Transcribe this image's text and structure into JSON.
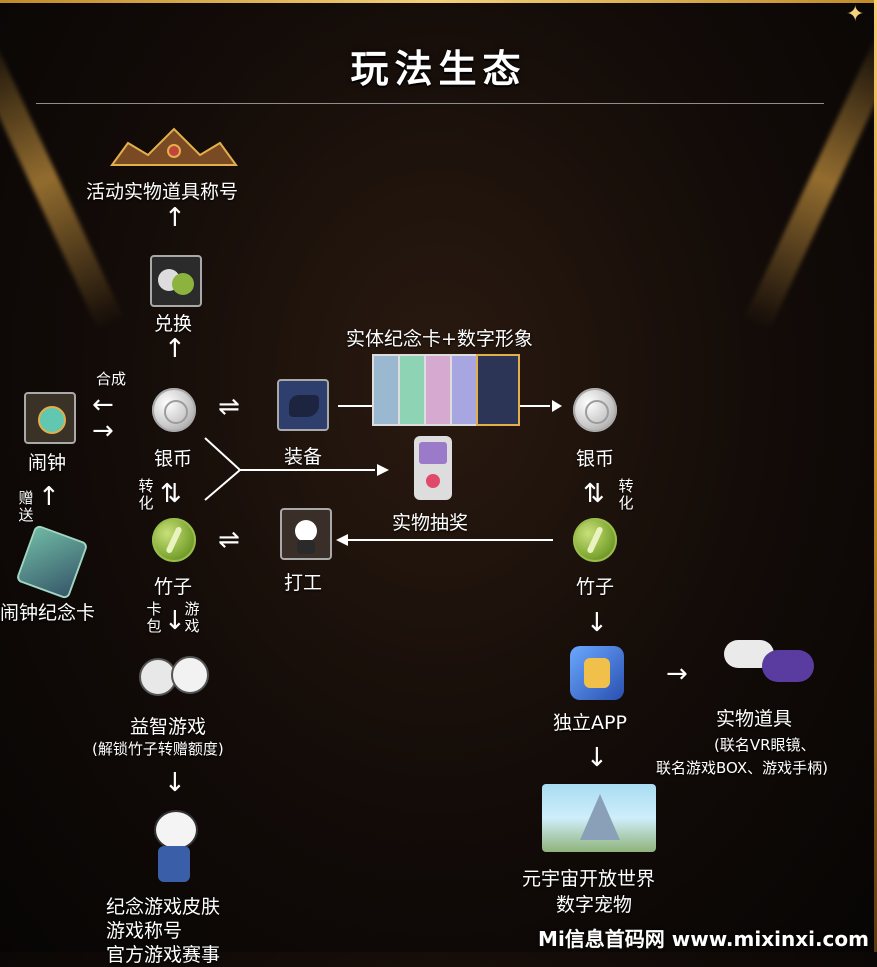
{
  "title": "玩法生态",
  "nodes": {
    "title_reward": "活动实物道具称号",
    "exchange": "兑换",
    "physical_card_digital": "实体纪念卡+数字形象",
    "synthesize": "合成",
    "alarm_clock": "闹钟",
    "silver_coin_left": "银币",
    "equipment": "装备",
    "silver_coin_right": "银币",
    "physical_lottery": "实物抽奖",
    "convert_left": "转化",
    "convert_right": "转化",
    "gift": "赠送",
    "work": "打工",
    "bamboo_left": "竹子",
    "bamboo_right": "竹子",
    "alarm_card": "闹钟纪念卡",
    "card_pack": "卡包",
    "game": "游戏",
    "puzzle_game": "益智游戏",
    "puzzle_game_sub": "(解锁竹子转赠额度)",
    "standalone_app": "独立APP",
    "physical_props": "实物道具",
    "physical_props_sub1": "(联名VR眼镜、",
    "physical_props_sub2": "联名游戏BOX、游戏手柄)",
    "metaverse": "元宇宙开放世界",
    "digital_pet": "数字宠物",
    "skins_1": "纪念游戏皮肤",
    "skins_2": "游戏称号",
    "skins_3": "官方游戏赛事"
  },
  "watermark": "Mi信息首码网 www.mixinxi.com",
  "colors": {
    "gold": "#e2b04a",
    "background": "#120b08"
  }
}
